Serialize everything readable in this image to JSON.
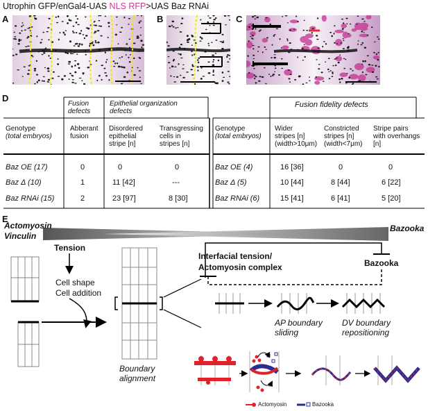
{
  "header": {
    "part1": "Utrophin GFP/enGal4-UAS ",
    "part2": "NLS RFP",
    "part3": ">UAS Baz RNAi",
    "magenta": "#d0359f"
  },
  "panels": {
    "A": "A",
    "B": "B",
    "C": "C",
    "D": "D",
    "E": "E"
  },
  "table": {
    "left": {
      "group_fusion": [
        "Fusion",
        "defects"
      ],
      "group_epi": [
        "Epithelial organization",
        "defects"
      ],
      "col_genotype": [
        "Genotype",
        "(total embryos)"
      ],
      "col_aberrant": [
        "Abberant",
        "fusion"
      ],
      "col_disordered": [
        "Disordered",
        "epithelial",
        "stripe [n]"
      ],
      "col_transgress": [
        "Transgressing",
        "cells in",
        "stripes [n]"
      ],
      "rows": [
        {
          "genotype": "Baz OE (17)",
          "aberrant": "0",
          "disordered": "0",
          "transgress": "0"
        },
        {
          "genotype": "Baz Δ  (10)",
          "aberrant": "1",
          "disordered": "11 [42]",
          "transgress": "---"
        },
        {
          "genotype": "Baz RNAi (15)",
          "aberrant": "2",
          "disordered": "23 [97]",
          "transgress": "8 [30]"
        }
      ]
    },
    "right": {
      "group_fidelity": "Fusion fidelity defects",
      "col_genotype": [
        "Genotype",
        "(total embryos)"
      ],
      "col_wider": [
        "Wider",
        "stripes [n]",
        "(width>10μm)"
      ],
      "col_constricted": [
        "Constricted",
        "stripes [n]",
        "(width<7μm)"
      ],
      "col_overhang": [
        "Stripe pairs",
        "with overhangs",
        "[n]"
      ],
      "rows": [
        {
          "genotype": "Baz OE (4)",
          "wider": "16 [36]",
          "constricted": "0",
          "overhang": "0"
        },
        {
          "genotype": "Baz Δ (5)",
          "wider": "10 [44]",
          "constricted": "8 [44]",
          "overhang": "6 [22]"
        },
        {
          "genotype": "Baz RNAi (6)",
          "wider": "15 [41]",
          "constricted": "6 [41]",
          "overhang": "5 [20]"
        }
      ]
    }
  },
  "model": {
    "actomyosin": "Actomyosin",
    "vinculin": "Vinculin",
    "bazooka_top": "Bazooka",
    "tension": "Tension",
    "cell_shape": "Cell shape",
    "cell_addition": "Cell addition",
    "interfacial": "Interfacial tension/",
    "complex": "Actomyosin complex",
    "bazooka_right": "Bazooka",
    "ap_1": "AP boundary",
    "ap_2": "sliding",
    "dv_1": "DV boundary",
    "dv_2": "repositioning",
    "alignment_1": "Boundary",
    "alignment_2": "alignment",
    "legend_actomyosin": "Actomyosin",
    "legend_bazooka": "Bazooka",
    "actomyosin_color": "#e0212b",
    "bazooka_color": "#2b2d8f"
  }
}
